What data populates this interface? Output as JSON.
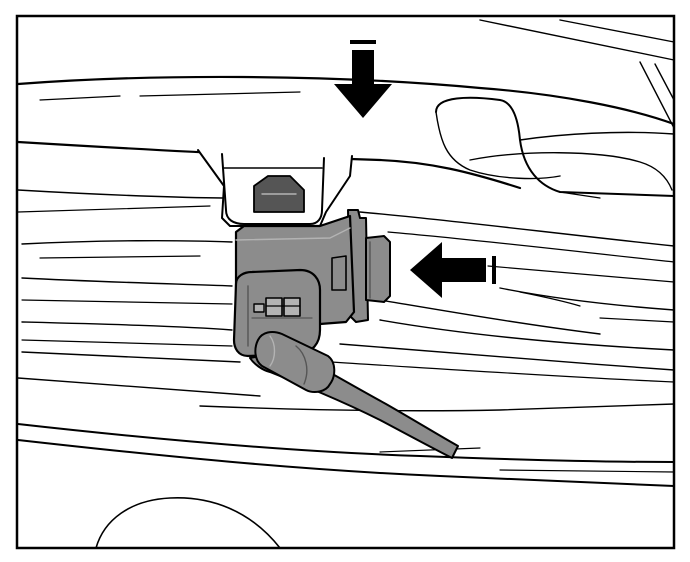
{
  "figure": {
    "frame_color": "#000000",
    "background_color": "#ffffff",
    "component_fill": "#8c8c8c",
    "component_dark": "#555555",
    "component_light": "#b3b3b3",
    "arrow_color": "#000000"
  },
  "arrows": [
    {
      "name": "push-down-arrow",
      "direction": "down"
    },
    {
      "name": "push-left-arrow",
      "direction": "left"
    }
  ]
}
